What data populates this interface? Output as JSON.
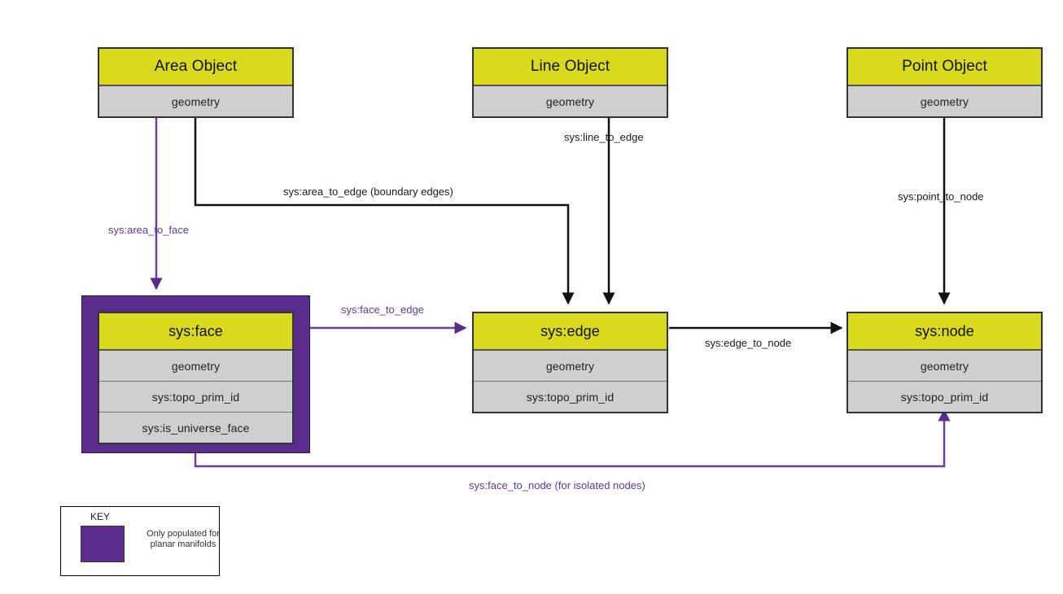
{
  "diagram": {
    "title": "Topology primitive mapping diagram",
    "colors": {
      "header_yellow": "#d9d91e",
      "row_grey": "#cfcfcf",
      "purple": "#5a2d8c",
      "purple_label": "#5a3a9a",
      "black": "#1a1a1a"
    },
    "entities": [
      {
        "id": "area-object",
        "title": "Area Object",
        "rows": [
          "geometry"
        ]
      },
      {
        "id": "line-object",
        "title": "Line Object",
        "rows": [
          "geometry"
        ]
      },
      {
        "id": "point-object",
        "title": "Point Object",
        "rows": [
          "geometry"
        ]
      },
      {
        "id": "sys-face",
        "title": "sys:face",
        "rows": [
          "geometry",
          "sys:topo_prim_id",
          "sys:is_universe_face"
        ]
      },
      {
        "id": "sys-edge",
        "title": "sys:edge",
        "rows": [
          "geometry",
          "sys:topo_prim_id"
        ]
      },
      {
        "id": "sys-node",
        "title": "sys:node",
        "rows": [
          "geometry",
          "sys:topo_prim_id"
        ]
      }
    ],
    "relations": [
      {
        "id": "area-to-face",
        "label": "sys:area_to_face",
        "color": "purple",
        "from": "area-object",
        "to": "sys-face"
      },
      {
        "id": "area-to-edge",
        "label": "sys:area_to_edge (boundary edges)",
        "color": "black",
        "from": "area-object",
        "to": "sys-edge"
      },
      {
        "id": "line-to-edge",
        "label": "sys:line_to_edge",
        "color": "black",
        "from": "line-object",
        "to": "sys-edge"
      },
      {
        "id": "point-to-node",
        "label": "sys:point_to_node",
        "color": "black",
        "from": "point-object",
        "to": "sys-node"
      },
      {
        "id": "face-to-edge",
        "label": "sys:face_to_edge",
        "color": "purple",
        "from": "sys-face",
        "to": "sys-edge"
      },
      {
        "id": "edge-to-node",
        "label": "sys:edge_to_node",
        "color": "black",
        "from": "sys-edge",
        "to": "sys-node"
      },
      {
        "id": "face-to-node",
        "label": "sys:face_to_node (for isolated nodes)",
        "color": "purple",
        "from": "sys-face",
        "to": "sys-node"
      }
    ],
    "key": {
      "title": "KEY",
      "swatch_color": "#5a2d8c",
      "description": "Only populated for planar manifolds"
    }
  }
}
